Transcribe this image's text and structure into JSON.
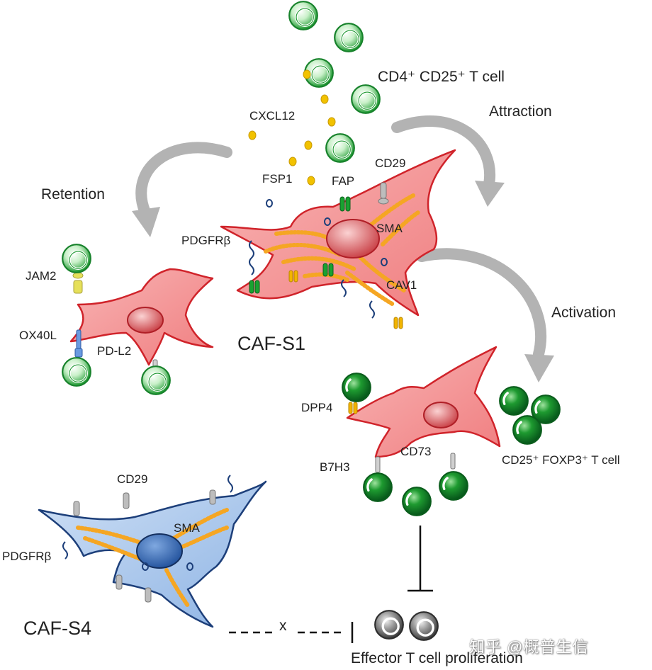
{
  "labels": {
    "cd4_cd25_t_cell": "CD4⁺ CD25⁺ T cell",
    "attraction": "Attraction",
    "cxcl12": "CXCL12",
    "cd29_s1": "CD29",
    "fsp1": "FSP1",
    "fap": "FAP",
    "retention": "Retention",
    "pdgfrb_s1": "PDGFRβ",
    "sma_s1": "SMA",
    "jam2": "JAM2",
    "cav1": "CAV1",
    "activation": "Activation",
    "ox40l": "OX40L",
    "pdl2": "PD-L2",
    "caf_s1": "CAF-S1",
    "dpp4": "DPP4",
    "cd25_foxp3_t_cell": "CD25⁺ FOXP3⁺ T cell",
    "b7h3": "B7H3",
    "cd73": "CD73",
    "cd29_s4": "CD29",
    "sma_s4": "SMA",
    "pdgfrb_s4": "PDGFRβ",
    "caf_s4": "CAF-S4",
    "blocked_x": "x",
    "effector_proliferation": "Effector T cell proliferation",
    "watermark": "知乎 @概普生信"
  },
  "colors": {
    "caf_s1_fill": "#f4a0a0",
    "caf_s1_stroke": "#d0232a",
    "caf_s4_fill": "#a9c8ec",
    "caf_s4_stroke": "#1d3f7a",
    "t_cell_light": "#33b24a",
    "t_cell_dark": "#0b7d22",
    "effector_cell": "#6b6b6b",
    "sma_fibers": "#f5a623",
    "cxcl12": "#f2c200",
    "arrow": "#a9a9a9"
  }
}
